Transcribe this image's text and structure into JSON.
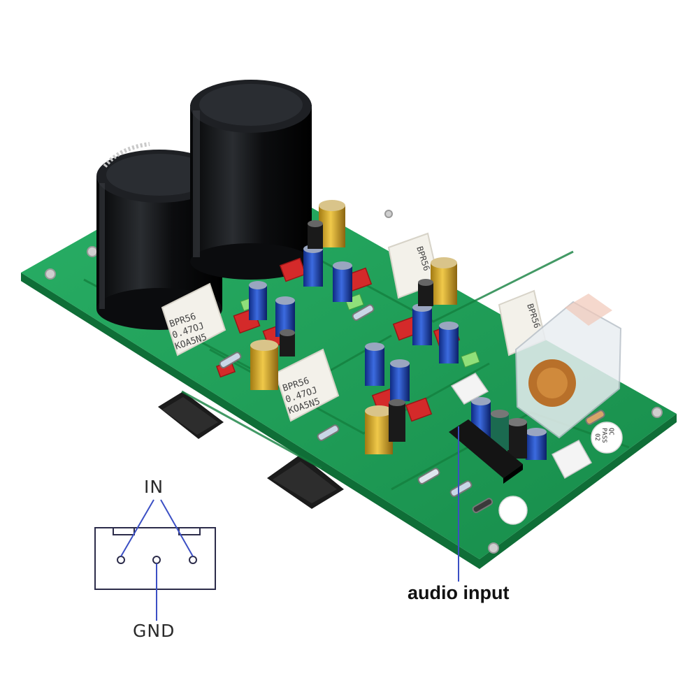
{
  "colors": {
    "pcb": "#1fa35a",
    "pcb_dark": "#158a48",
    "capacitor_body": "#15171a",
    "resistor_pack": "#f4f1e8",
    "diagram_line": "#3a3a6a",
    "pointer_line": "#3b4fc4"
  },
  "product_labels": {
    "resistor_line1": "BPR56",
    "resistor_line2": "0.47OJ",
    "resistor_line3": "KOA5N5",
    "qc_line1": "QC",
    "qc_line2": "PASS",
    "qc_line3": "02"
  },
  "connector_diagram": {
    "input_label": "IN",
    "ground_label": "GND"
  },
  "annotation": {
    "audio_input_label": "audio input"
  }
}
